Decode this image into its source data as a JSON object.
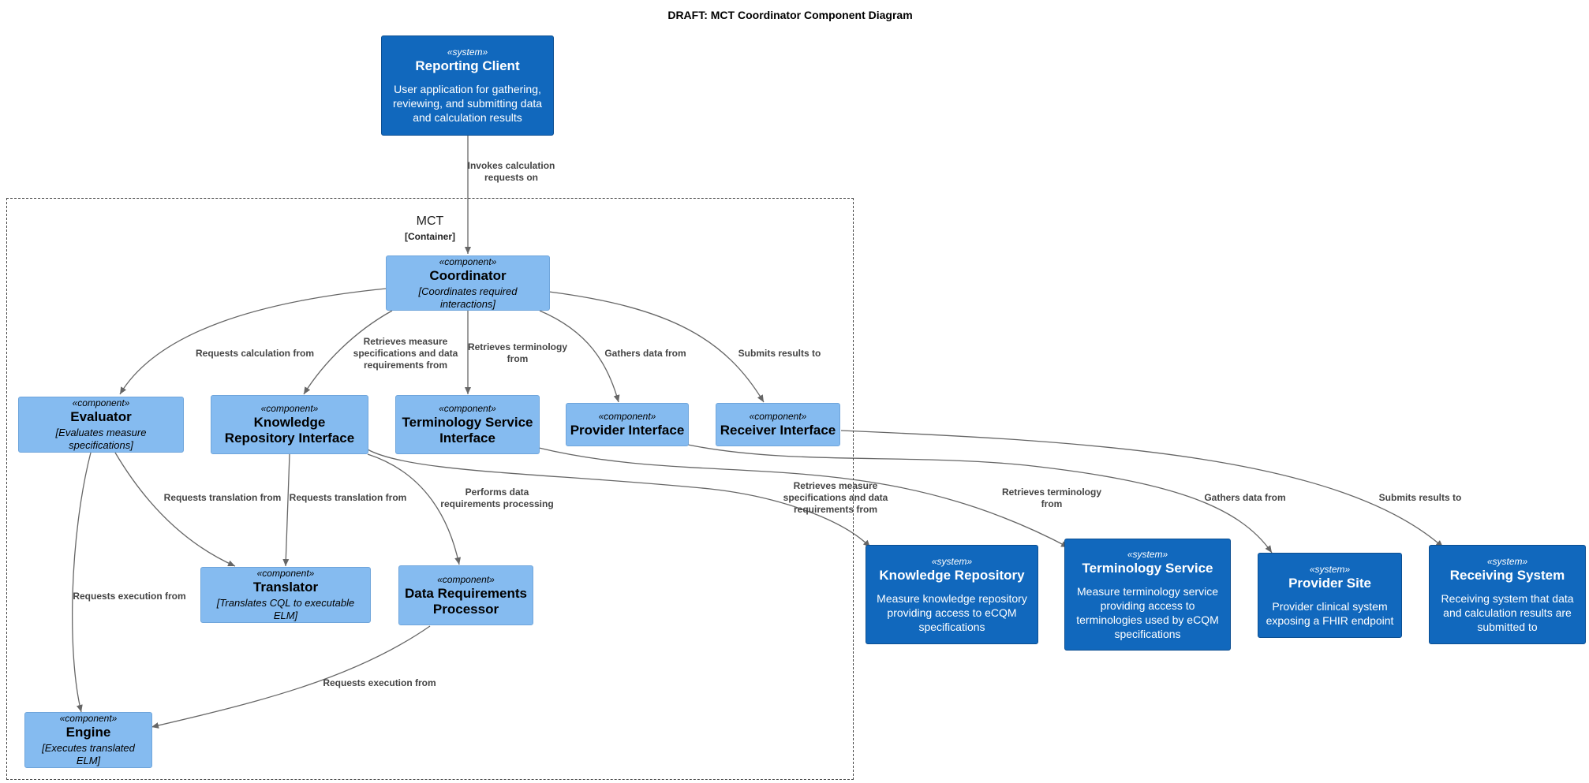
{
  "title": "DRAFT: MCT Coordinator Component Diagram",
  "colors": {
    "system_fill": "#1168BD",
    "component_fill": "#85BBF0",
    "edge": "#666666"
  },
  "boundary": {
    "name": "MCT",
    "type": "[Container]"
  },
  "nodes": {
    "reporting_client": {
      "stereotype": "«system»",
      "name": "Reporting Client",
      "description": "User application for gathering, reviewing, and submitting data and calculation results"
    },
    "coordinator": {
      "stereotype": "«component»",
      "name": "Coordinator",
      "description": "[Coordinates required interactions]"
    },
    "evaluator": {
      "stereotype": "«component»",
      "name": "Evaluator",
      "description": "[Evaluates measure specifications]"
    },
    "kr_interface": {
      "stereotype": "«component»",
      "name": "Knowledge Repository Interface",
      "description": ""
    },
    "ts_interface": {
      "stereotype": "«component»",
      "name": "Terminology Service Interface",
      "description": ""
    },
    "provider_interface": {
      "stereotype": "«component»",
      "name": "Provider Interface",
      "description": ""
    },
    "receiver_interface": {
      "stereotype": "«component»",
      "name": "Receiver Interface",
      "description": ""
    },
    "translator": {
      "stereotype": "«component»",
      "name": "Translator",
      "description": "[Translates CQL to executable ELM]"
    },
    "drp": {
      "stereotype": "«component»",
      "name": "Data Requirements Processor",
      "description": ""
    },
    "engine": {
      "stereotype": "«component»",
      "name": "Engine",
      "description": "[Executes translated ELM]"
    },
    "knowledge_repository": {
      "stereotype": "«system»",
      "name": "Knowledge Repository",
      "description": "Measure knowledge repository providing access to eCQM specifications"
    },
    "terminology_service": {
      "stereotype": "«system»",
      "name": "Terminology Service",
      "description": "Measure terminology service providing access to terminologies used by eCQM specifications"
    },
    "provider_site": {
      "stereotype": "«system»",
      "name": "Provider Site",
      "description": "Provider clinical system exposing a FHIR endpoint"
    },
    "receiving_system": {
      "stereotype": "«system»",
      "name": "Receiving System",
      "description": "Receiving system that data and calculation results are submitted to"
    }
  },
  "edges": [
    {
      "from": "reporting_client",
      "to": "coordinator",
      "label": "Invokes calculation requests on"
    },
    {
      "from": "coordinator",
      "to": "evaluator",
      "label": "Requests calculation from"
    },
    {
      "from": "coordinator",
      "to": "kr_interface",
      "label": "Retrieves measure specifications and data requirements from"
    },
    {
      "from": "coordinator",
      "to": "ts_interface",
      "label": "Retrieves terminology from"
    },
    {
      "from": "coordinator",
      "to": "provider_interface",
      "label": "Gathers data from"
    },
    {
      "from": "coordinator",
      "to": "receiver_interface",
      "label": "Submits results to"
    },
    {
      "from": "evaluator",
      "to": "translator",
      "label": "Requests translation from"
    },
    {
      "from": "kr_interface",
      "to": "translator",
      "label": "Requests translation from"
    },
    {
      "from": "kr_interface",
      "to": "drp",
      "label": "Performs data requirements processing"
    },
    {
      "from": "evaluator",
      "to": "engine",
      "label": "Requests execution from"
    },
    {
      "from": "drp",
      "to": "engine",
      "label": "Requests execution from"
    },
    {
      "from": "kr_interface",
      "to": "knowledge_repository",
      "label": "Retrieves measure specifications and data requirements from"
    },
    {
      "from": "ts_interface",
      "to": "terminology_service",
      "label": "Retrieves terminology from"
    },
    {
      "from": "provider_interface",
      "to": "provider_site",
      "label": "Gathers data from"
    },
    {
      "from": "receiver_interface",
      "to": "receiving_system",
      "label": "Submits results to"
    }
  ]
}
